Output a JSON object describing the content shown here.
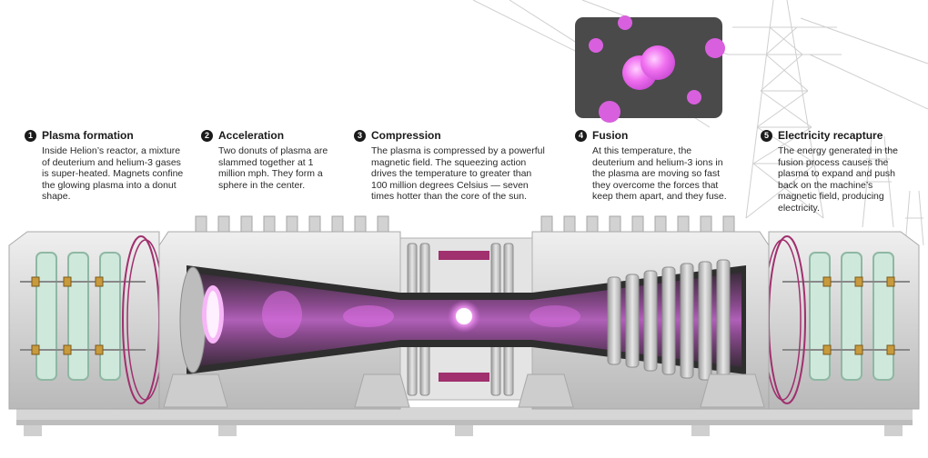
{
  "steps": [
    {
      "number": "1",
      "title": "Plasma formation",
      "text": "Inside Helion’s reactor, a mixture of deuterium and helium-3 gases is super-heated. Magnets confine the glowing plasma into a donut shape."
    },
    {
      "number": "2",
      "title": "Acceleration",
      "text": "Two donuts of plasma are slammed together at 1 million mph. They form a sphere in the center."
    },
    {
      "number": "3",
      "title": "Compression",
      "text": "The plasma is compressed by a powerful magnetic field. The squeezing action drives the temperature to greater than 100 million degrees Celsius — seven times hotter than the core of the sun."
    },
    {
      "number": "4",
      "title": "Fusion",
      "text": "At this temperature, the deuterium and helium-3 ions in the plasma are moving so fast they overcome the forces that keep them apart, and they fuse."
    },
    {
      "number": "5",
      "title": "Electricity recapture",
      "text": "The energy generated in the fusion process causes the plasma to expand and push back on the machine’s magnetic field, producing electricity."
    }
  ],
  "colors": {
    "plasma": "#e070e8",
    "coil": "#a0306e",
    "steel": "#d9d9d9",
    "steel_dark": "#9a9a9a",
    "inset_bg": "#4a4a4a"
  }
}
